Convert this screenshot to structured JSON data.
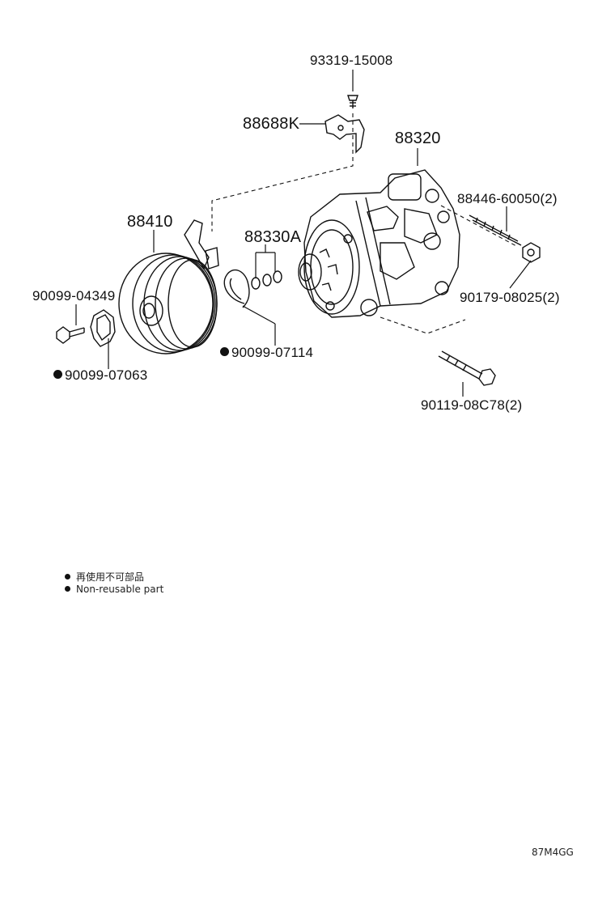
{
  "parts": {
    "screw_top": "93319-15008",
    "bracket": "88688K",
    "compressor": "88320",
    "stud": "88446-60050(2)",
    "clutch": "88410",
    "orings": "88330A",
    "nut": "90179-08025(2)",
    "bolt_small": "90099-04349",
    "snap_ring": "90099-07114",
    "shim": "90099-07063",
    "bolt_long": "90119-08C78(2)"
  },
  "legend": {
    "jp": "再使用不可部品",
    "en": "Non-reusable part"
  },
  "illustration_code": "87M4GG"
}
